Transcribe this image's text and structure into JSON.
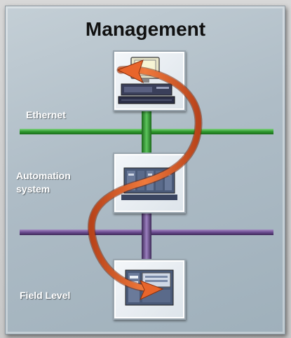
{
  "title": "Management",
  "labels": {
    "ethernet": "Ethernet",
    "automation_line1": "Automation",
    "automation_line2": "system",
    "field_level": "Field Level"
  },
  "devices": [
    {
      "name": "management-pc",
      "icon": "desktop-computer-icon"
    },
    {
      "name": "automation-controller",
      "icon": "plc-rack-icon"
    },
    {
      "name": "field-device",
      "icon": "field-module-icon"
    }
  ],
  "colors": {
    "ethernet_bus": "#2f9a2f",
    "fieldbus": "#6a4b8f",
    "arrow": "#e0662e"
  }
}
